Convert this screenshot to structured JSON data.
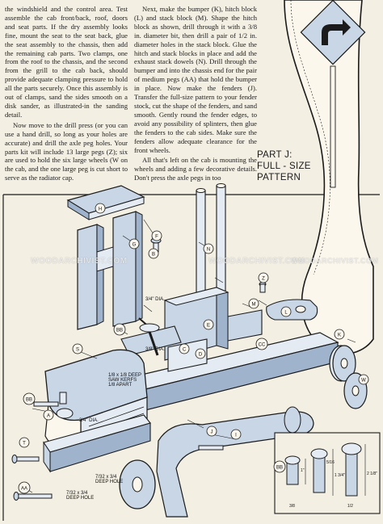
{
  "article": {
    "col1": [
      "the windshield and the control area. Test assemble the cab front/back, roof, doors and seat parts. If the dry assembly looks fine, mount the seat to the seat back, glue the seat assembly to the chassis, then add the remaining cab parts. Two clamps, one from the roof to the chassis, and the second from the grill to the cab back, should provide adequate clamping pressure to hold all the parts securely. Once this assembly is out of clamps, sand the sides smooth on a disk sander, as illustrated-in the sanding detail.",
      "Now move to the drill press (or you can use a hand drill, so long as your holes are accurate) and drill the axle peg holes. Your parts kit will include 13 large pegs (Z); six are used to hold the six large wheels (W on the cab, and the one large peg is cut short to serve as the radiator cap."
    ],
    "col2": [
      "Next, make the bumper (K), hitch block (L) and stack block (M). Shape the hitch block as shown, drill through it with a 3/8 in. diameter bit, then drill a pair of 1/2 in. diameter holes in the stack block. Glue the hitch and stack blocks in place and add the exhaust stack dowels (N). Drill through the bumper and into the chassis end for the pair of medium pegs (AA) that hold the bumper in place. Now make the fenders (J). Transfer the full-size pattern to your fender stock, cut the shape of the fenders, and sand smooth. Gently round the fender edges, to avoid any possibility of splinters, then glue the fenders to the cab sides. Make sure the fenders allow adequate clearance for the front wheels.",
      "All that's left on the cab is mounting the wheels and adding a few decorative details. Don't press the axle pegs in too"
    ]
  },
  "pattern": {
    "line1": "PART J:",
    "line2": "FULL - SIZE",
    "line3": "PATTERN"
  },
  "watermarks": [
    "WOODARCHIVIST.COM",
    "WOODARCHIVIST.COM",
    "WOODARCHIVIST.COM"
  ],
  "callouts": {
    "A": "A",
    "B": "B",
    "C": "C",
    "D": "D",
    "E": "E",
    "F": "F",
    "G": "G",
    "H": "H",
    "I": "I",
    "J": "J",
    "K": "K",
    "L": "L",
    "M": "M",
    "N": "N",
    "S": "S",
    "T": "T",
    "W": "W",
    "Z": "Z",
    "AA": "AA",
    "BB": "BB",
    "CC": "CC"
  },
  "notes": {
    "dia": "3/4\" DIA.",
    "dia_small": "3/8\" DIA.",
    "dia_grill": "3/4\" DIA.",
    "sawkerfs1": "1/8 x 1/8 DEEP",
    "sawkerfs2": "SAW KERFS",
    "sawkerfs3": "1/8 APART",
    "deephole1": "7/32 x 3/4",
    "deephole2": "DEEP HOLE",
    "deephole3": "7/32 x 3/4",
    "deephole4": "DEEP HOLE"
  },
  "dims": {
    "d1": "1\"",
    "d2": "5/16",
    "d3": "1 3/4\"",
    "d4": "2 1/8\"",
    "d5": "3/8",
    "d6": "1/2"
  }
}
